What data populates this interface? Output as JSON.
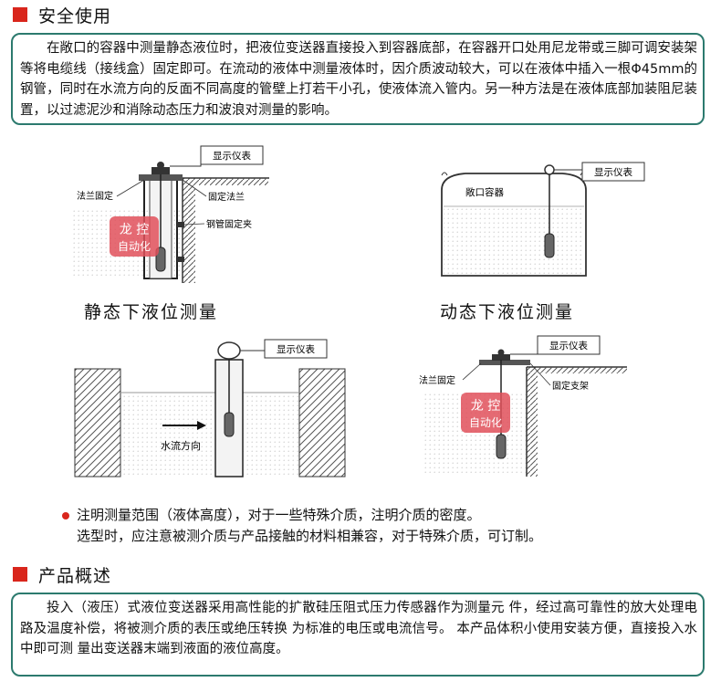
{
  "safety": {
    "title": "安全使用",
    "body": "在敞口的容器中测量静态液位时，把液位变送器直接投入到容器底部，在容器开口处用尼龙带或三脚可调安装架等将电缆线（接线盒）固定即可。在流动的液体中测量液体时，因介质波动较大，可以在液体中插入一根Φ45mm的钢管，同时在水流方向的反面不同高度的管壁上打若干小孔，使液体流入管内。另一种方法是在液体底部加装阻尼装置，以过滤泥沙和消除动态压力和波浪对测量的影响。"
  },
  "diagrams": {
    "static": {
      "caption": "静态下液位测量",
      "display": "显示仪表",
      "flange_fix": "法兰固定",
      "fixed_flange": "固定法兰",
      "pipe_clamp": "钢管固定夹"
    },
    "dynamic": {
      "caption": "动态下液位测量",
      "display": "显示仪表",
      "container": "敞口容器"
    },
    "flow": {
      "display": "显示仪表",
      "direction": "水流方向"
    },
    "bracket": {
      "display": "显示仪表",
      "flange_fix": "法兰固定",
      "bracket": "固定支架"
    },
    "watermark": {
      "line1": "龙 控",
      "line2": "自动化"
    }
  },
  "note": {
    "line1": "注明测量范围（液体高度），对于一些特殊介质，注明介质的密度。",
    "line2": "选型时，应注意被测介质与产品接触的材料相兼容，对于特殊介质，可订制。"
  },
  "overview": {
    "title": "产品概述",
    "body": "投入（液压）式液位变送器采用高性能的扩散硅压阻式压力传感器作为测量元 件，经过高可靠性的放大处理电路及温度补偿，将被测介质的表压或绝压转换 为标准的电压或电流信号。 本产品体积小使用安装方便，直接投入水中即可测 量出变送器末端到液面的液位高度。"
  },
  "colors": {
    "accent_red": "#d9261c",
    "box_border": "#2c7a6e",
    "watermark_red": "#e0505a"
  }
}
